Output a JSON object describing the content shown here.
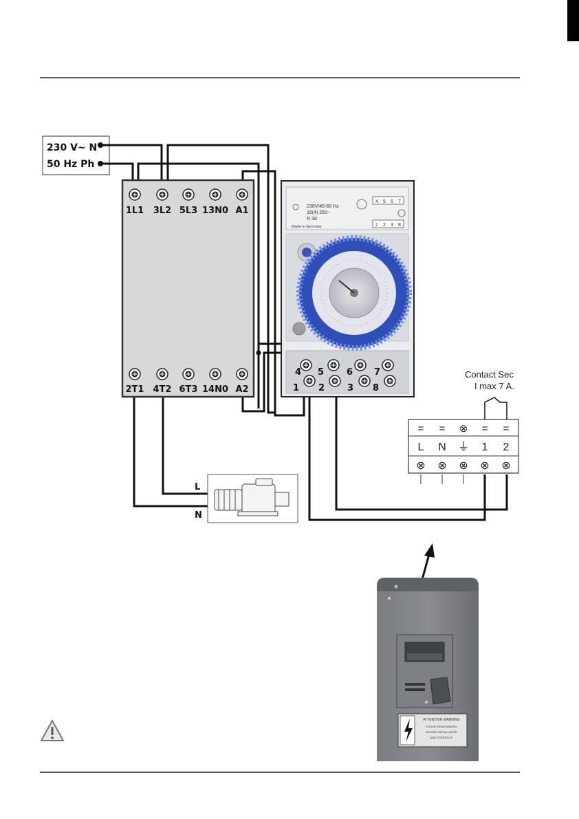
{
  "supply": {
    "neutral_label": "230 V~ N",
    "phase_label": "50 Hz Ph"
  },
  "contactor": {
    "top_terminals": [
      "1L1",
      "3L2",
      "5L3",
      "13N0",
      "A1"
    ],
    "bottom_terminals": [
      "2T1",
      "4T2",
      "6T3",
      "14N0",
      "A2"
    ]
  },
  "timer": {
    "specs": [
      "230V/45-60 Hz",
      "16(4) 250~",
      "R 3d"
    ],
    "made_in": "Made in Germany",
    "relay_top": [
      "4",
      "5",
      "6",
      "7"
    ],
    "relay_bottom": [
      "1",
      "2",
      "3",
      "8"
    ],
    "terminals_top": [
      "4",
      "5",
      "6",
      "7"
    ],
    "terminals_bottom": [
      "1",
      "2",
      "3",
      "8"
    ]
  },
  "pump": {
    "line_label": "L",
    "neutral_label": "N"
  },
  "terminal_block": {
    "contact_title": "Contact Sec",
    "contact_limit": "I max 7 A.",
    "top_symbols": [
      "=",
      "=",
      "⊗",
      "=",
      "="
    ],
    "labels": [
      "L",
      "N",
      "⏚",
      "1",
      "2"
    ],
    "bottom_symbols": [
      "⊗",
      "⊗",
      "⊗",
      "⊗",
      "⊗"
    ]
  },
  "heat_pump": {
    "warning_title": "ATTENTION WARNING",
    "warning_lines": [
      "PLEASE READ MANUAL",
      "BEFORE INSTALLATION",
      "AND OPERATION"
    ]
  }
}
